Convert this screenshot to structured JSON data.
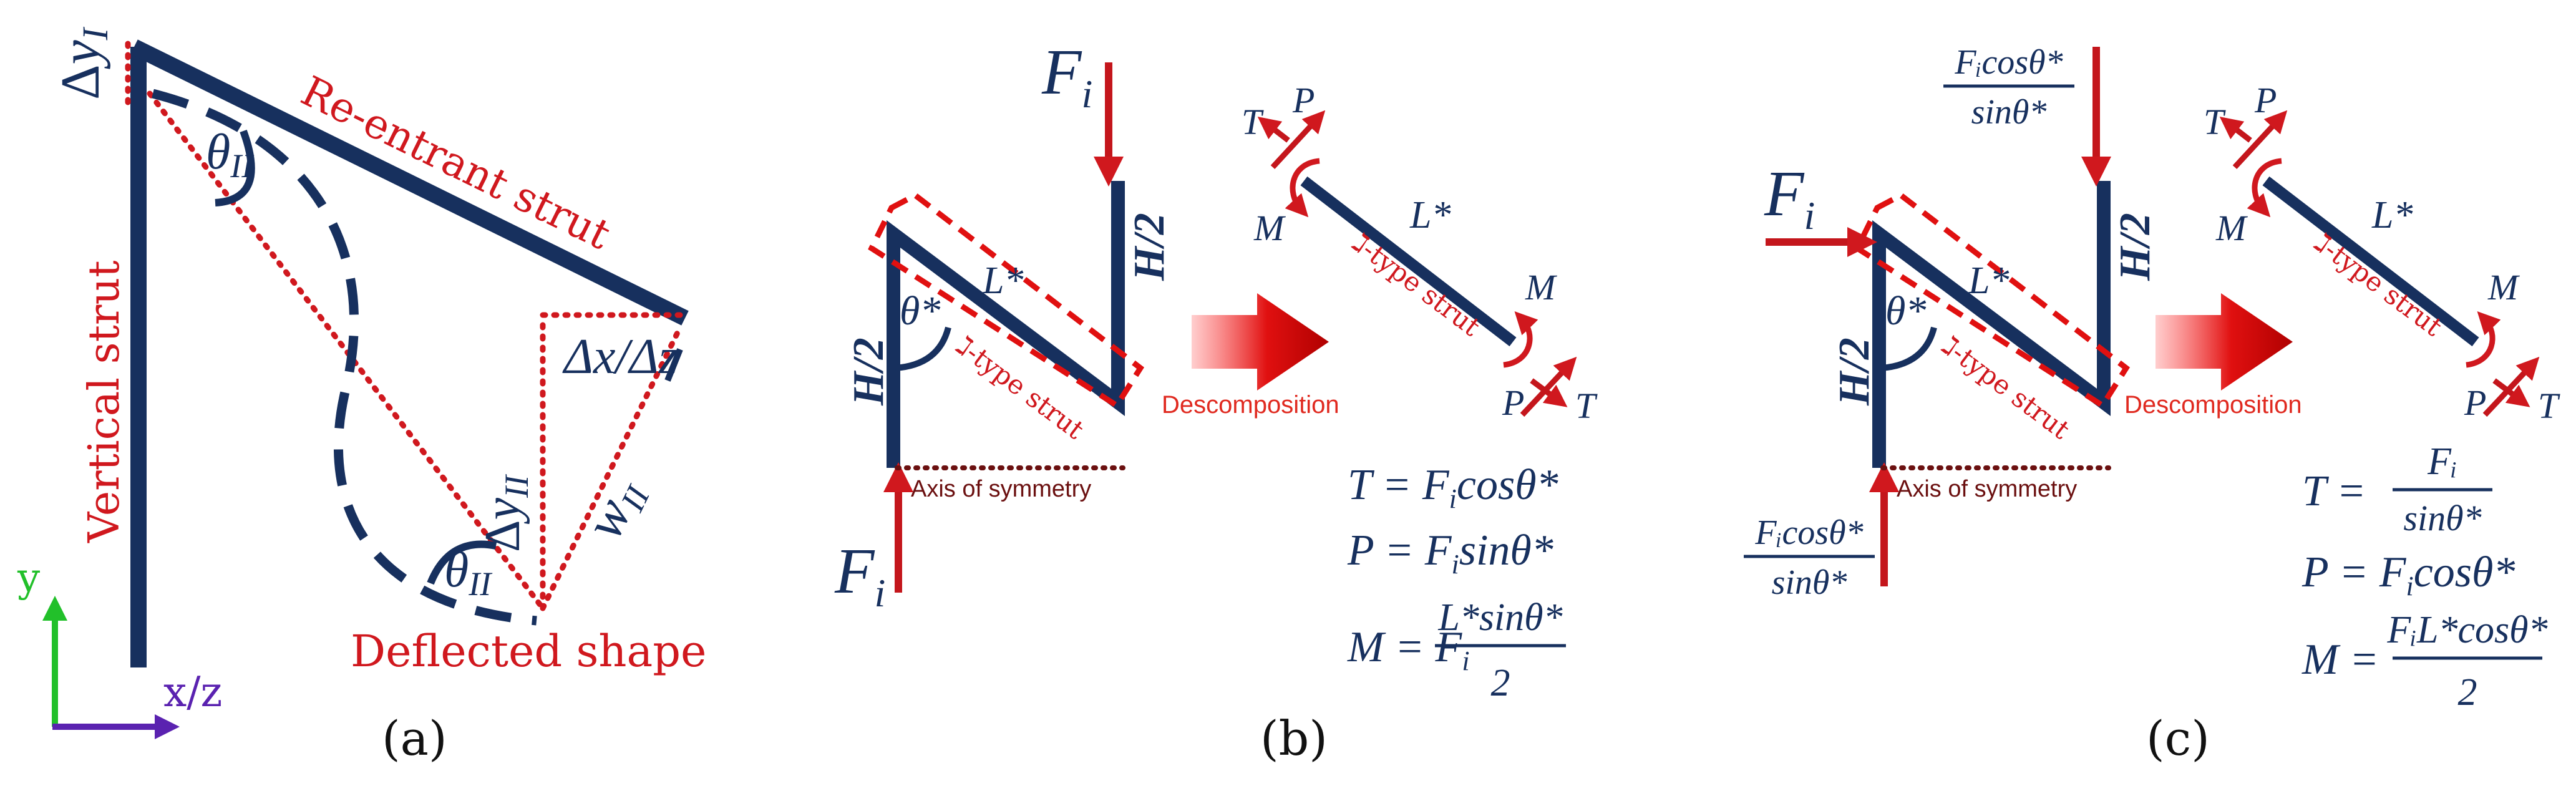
{
  "colors": {
    "navy": "#17305e",
    "red": "#d0181e",
    "darkred": "#6b1010",
    "green": "#22c02a",
    "purple": "#5a22b0",
    "black": "#111111"
  },
  "panel_a": {
    "label_dy1_delta": "Δ",
    "label_dy1_var": "y",
    "label_dy1_sub": "I",
    "label_theta2_top": "θ",
    "label_theta2_top_sub": "II",
    "label_reentrant": "Re-entrant strut",
    "label_vertical": "Vertical strut",
    "label_dx_dz": "Δx/Δz",
    "label_dy2_delta": "Δ",
    "label_dy2_var": "y",
    "label_dy2_sub": "II",
    "label_w2_var": "w",
    "label_w2_sub": "II",
    "label_theta2_bottom": "θ",
    "label_theta2_bottom_sub": "II",
    "label_deflected": "Deflected shape",
    "axis_y": "y",
    "axis_xz": "x/z",
    "caption": "(a)"
  },
  "panel_b": {
    "force_top": "F",
    "force_top_sub": "i",
    "force_bottom": "F",
    "force_bottom_sub": "i",
    "label_h2_left": "H/2",
    "label_h2_right": "H/2",
    "label_theta": "θ*",
    "label_L": "L*",
    "label_strut_type": "ℷ-type strut",
    "label_axis_symmetry": "Axis of symmetry",
    "label_decomposition": "Descomposition",
    "comp_T_top": "T",
    "comp_P_top": "P",
    "comp_M_top": "M",
    "comp_L": "L*",
    "comp_strut_type": "ℷ-type strut",
    "comp_M_bottom": "M",
    "comp_P_bottom": "P",
    "comp_T_bottom": "T",
    "eq_T_lhs": "T = F",
    "eq_T_sub": "i",
    "eq_T_rhs": "cosθ*",
    "eq_P_lhs": "P = F",
    "eq_P_sub": "i",
    "eq_P_rhs": "sinθ*",
    "eq_M_lhs": "M = F",
    "eq_M_sub": "i",
    "eq_M_num": "L*sinθ*",
    "eq_M_den": "2",
    "caption": "(b)"
  },
  "panel_c": {
    "force_top_num": "Fᵢcosθ*",
    "force_top_den": "sinθ*",
    "force_left": "F",
    "force_left_sub": "i",
    "force_bottom_num": "Fᵢcosθ*",
    "force_bottom_den": "sinθ*",
    "label_h2_left": "H/2",
    "label_h2_right": "H/2",
    "label_theta": "θ*",
    "label_L": "L*",
    "label_strut_type": "ℷ-type strut",
    "label_axis_symmetry": "Axis of symmetry",
    "label_decomposition": "Descomposition",
    "comp_T_top": "T",
    "comp_P_top": "P",
    "comp_M_top": "M",
    "comp_L": "L*",
    "comp_strut_type": "ℷ-type strut",
    "comp_M_bottom": "M",
    "comp_P_bottom": "P",
    "comp_T_bottom": "T",
    "eq_T_lhs": "T =",
    "eq_T_num": "Fᵢ",
    "eq_T_den": "sinθ*",
    "eq_P_lhs": "P = F",
    "eq_P_sub": "i",
    "eq_P_rhs": "cosθ*",
    "eq_M_lhs": "M =",
    "eq_M_num": "FᵢL*cosθ*",
    "eq_M_den": "2",
    "caption": "(c)"
  }
}
